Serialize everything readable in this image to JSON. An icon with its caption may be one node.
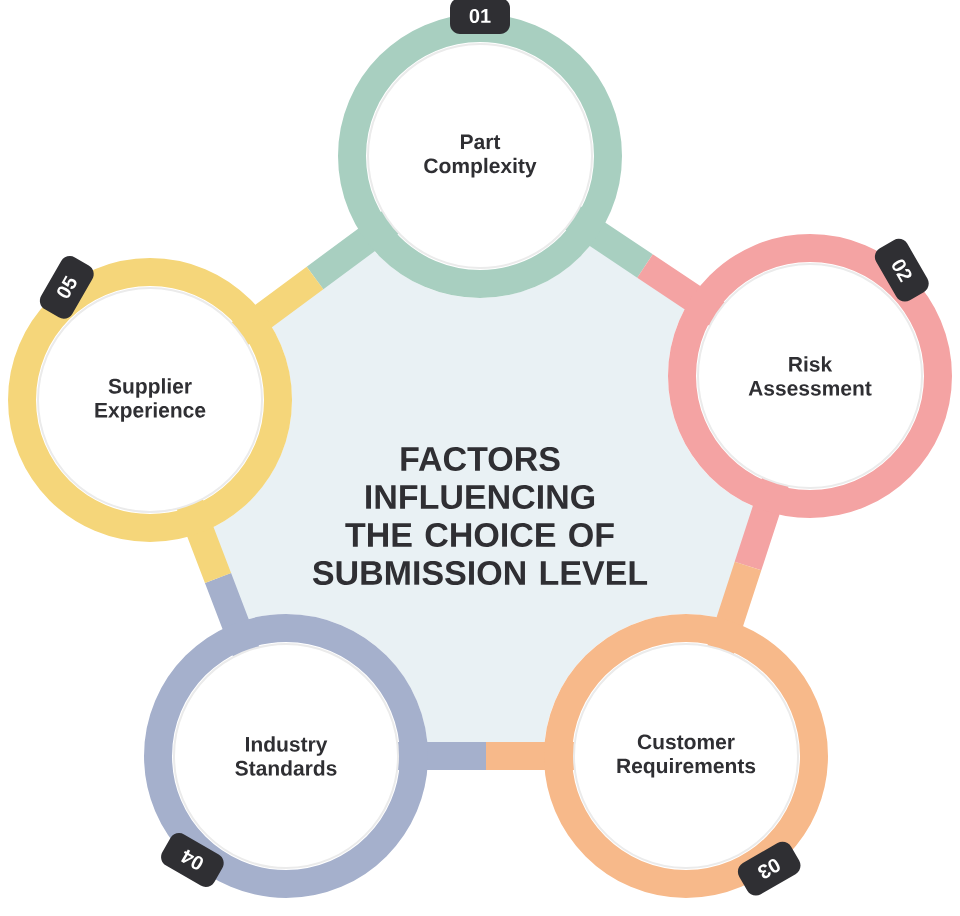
{
  "diagram": {
    "nodes": [
      {
        "text": [
          "FACTORS INFLUENCING THE CHOICE OF SUBMISSION LEVEL"
        ]
      },
      {
        "text": [
          "Part Complexity"
        ],
        "in": 0
      },
      {
        "text": [
          "Risk Assessment"
        ],
        "in": 0
      },
      {
        "text": [
          "Customer Requirements"
        ],
        "in": 0
      },
      {
        "text": [
          "Industry Standards"
        ],
        "in": 0
      },
      {
        "text": [
          "Supplier Experience"
        ],
        "in": 0
      }
    ],
    "labels": [
      "01",
      "02",
      "03",
      "04",
      "05"
    ]
  }
}
